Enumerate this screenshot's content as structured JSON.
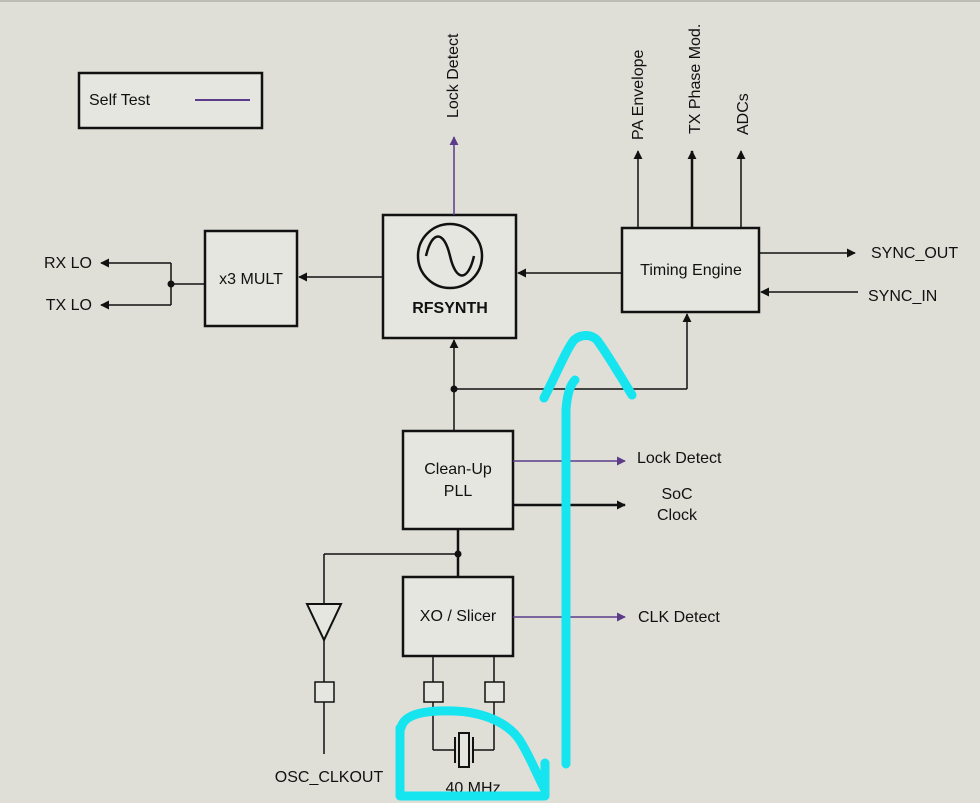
{
  "legend": {
    "label": "Self Test",
    "line_color": "#5b3b8a"
  },
  "blocks": {
    "x3_mult": "x3 MULT",
    "rfsynth": "RFSYNTH",
    "timing_engine": "Timing Engine",
    "cleanup_pll_line1": "Clean-Up",
    "cleanup_pll_line2": "PLL",
    "xo_slicer": "XO / Slicer"
  },
  "signals": {
    "rx_lo": "RX LO",
    "tx_lo": "TX LO",
    "lock_detect_top": "Lock Detect",
    "pa_envelope": "PA Envelope",
    "tx_phase_mod": "TX Phase Mod.",
    "adcs": "ADCs",
    "sync_out": "SYNC_OUT",
    "sync_in": "SYNC_IN",
    "lock_detect_pll": "Lock Detect",
    "soc_clock_line1": "SoC",
    "soc_clock_line2": "Clock",
    "clk_detect": "CLK Detect",
    "osc_clkout": "OSC_CLKOUT",
    "crystal_freq": "40 MHz"
  },
  "colors": {
    "background": "#dfdfd8",
    "block_fill": "#e6e6e0",
    "self_test_line": "#5b3b8a",
    "annotation": "#16e4ef"
  }
}
